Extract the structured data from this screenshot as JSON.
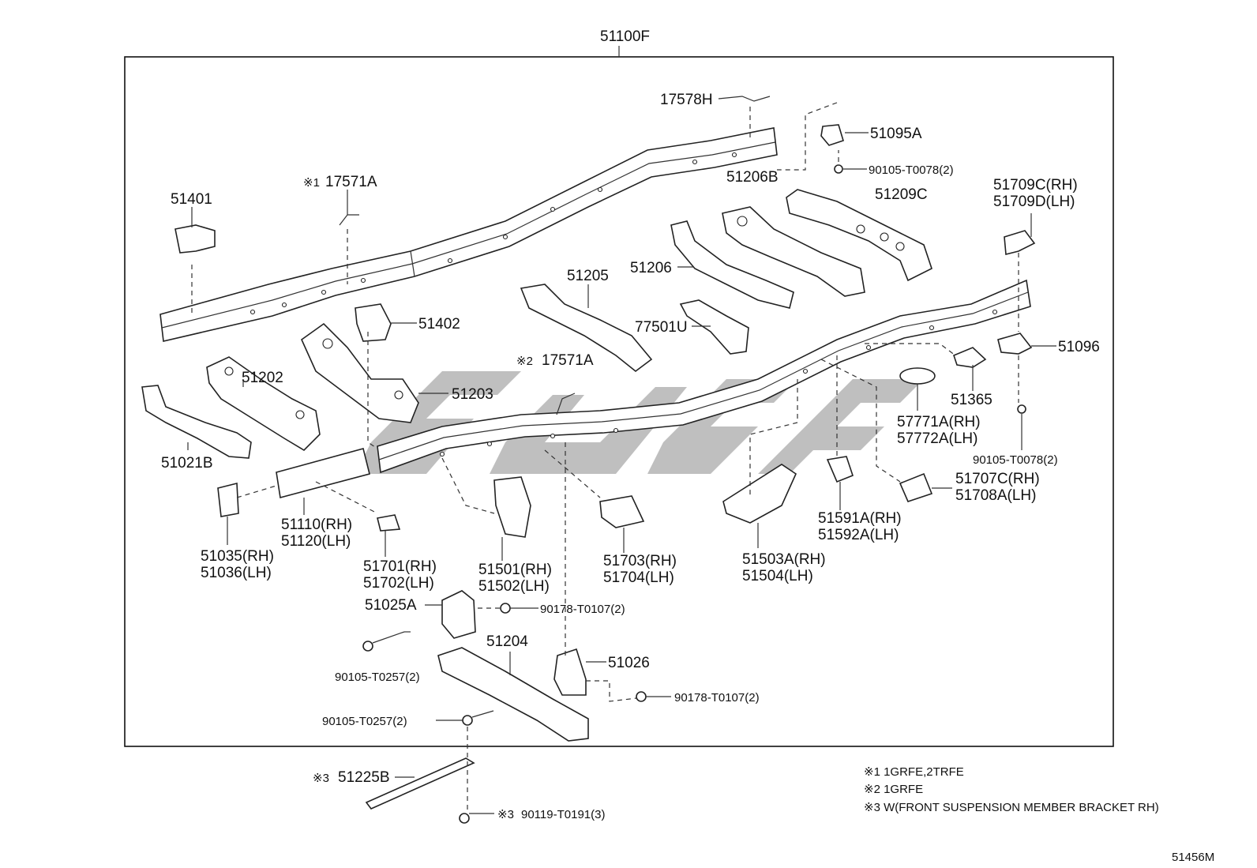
{
  "diagram": {
    "main_assembly": "51100F",
    "footer_code": "51456M",
    "parts": {
      "p17578H": "17578H",
      "p51095A": "51095A",
      "p90105_T0078_top": "90105-T0078(2)",
      "p51206B": "51206B",
      "p51209C": "51209C",
      "p51709": [
        "51709C(RH)",
        "51709D(LH)"
      ],
      "p51401": "51401",
      "p17571A_1": "17571A",
      "p51206": "51206",
      "p51205": "51205",
      "p77501U": "77501U",
      "p51402": "51402",
      "p51096": "51096",
      "p51202": "51202",
      "p51203": "51203",
      "p17571A_2": "17571A",
      "p51365": "51365",
      "p5777": [
        "57771A(RH)",
        "57772A(LH)"
      ],
      "p90105_T0078_right": "90105-T0078(2)",
      "p51021B": "51021B",
      "p5170X_right": [
        "51707C(RH)",
        "51708A(LH)"
      ],
      "p5159": [
        "51591A(RH)",
        "51592A(LH)"
      ],
      "p5111": [
        "51110(RH)",
        "51120(LH)"
      ],
      "p5103": [
        "51035(RH)",
        "51036(LH)"
      ],
      "p5170_1": [
        "51701(RH)",
        "51702(LH)"
      ],
      "p5150": [
        "51501(RH)",
        "51502(LH)"
      ],
      "p5170_3": [
        "51703(RH)",
        "51704(LH)"
      ],
      "p5150_3": [
        "51503A(RH)",
        "51504(LH)"
      ],
      "p51025A": "51025A",
      "p90178_T0107_a": "90178-T0107(2)",
      "p51204": "51204",
      "p90105_T0257_a": "90105-T0257(2)",
      "p51026": "51026",
      "p90178_T0107_b": "90178-T0107(2)",
      "p90105_T0257_b": "90105-T0257(2)",
      "p51225B": "51225B",
      "p90119_T0191": "90119-T0191(3)"
    },
    "markers": {
      "m1": "※1",
      "m2": "※2",
      "m3": "※3"
    },
    "notes": [
      "※1 1GRFE,2TRFE",
      "※2 1GRFE",
      "※3 W(FRONT SUSPENSION MEMBER BRACKET RH)"
    ]
  }
}
